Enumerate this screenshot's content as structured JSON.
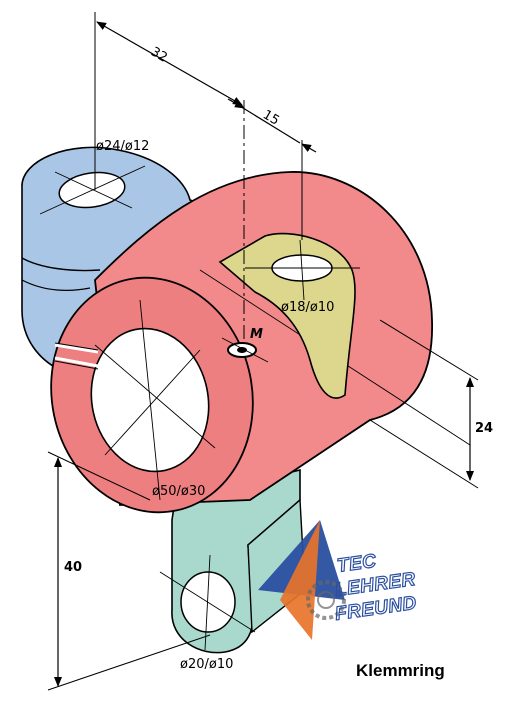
{
  "drawing": {
    "title": "Klemmring",
    "point_label": "M",
    "dimensions": {
      "width_overall": "32",
      "offset": "15",
      "height_side": "24",
      "height_bottom": "40"
    },
    "diameters": {
      "top_eye": "ø24/ø12",
      "top_boss": "ø18/ø10",
      "main_ring": "ø50/ø30",
      "bottom_eye": "ø20/ø10"
    }
  },
  "logo": {
    "line1": "TEC",
    "line2": "LEHRER",
    "line3": "FREUND"
  },
  "colors": {
    "ring": "#f2898a",
    "ring_front": "#ee7f80",
    "ring_bore": "#ffffff",
    "top_lug": "#aac6e6",
    "boss": "#ddd68d",
    "bottom_lug": "#a8d9cc",
    "line": "#000000",
    "logo_blue": "#2a4fa0",
    "logo_orange": "#e8732a"
  }
}
